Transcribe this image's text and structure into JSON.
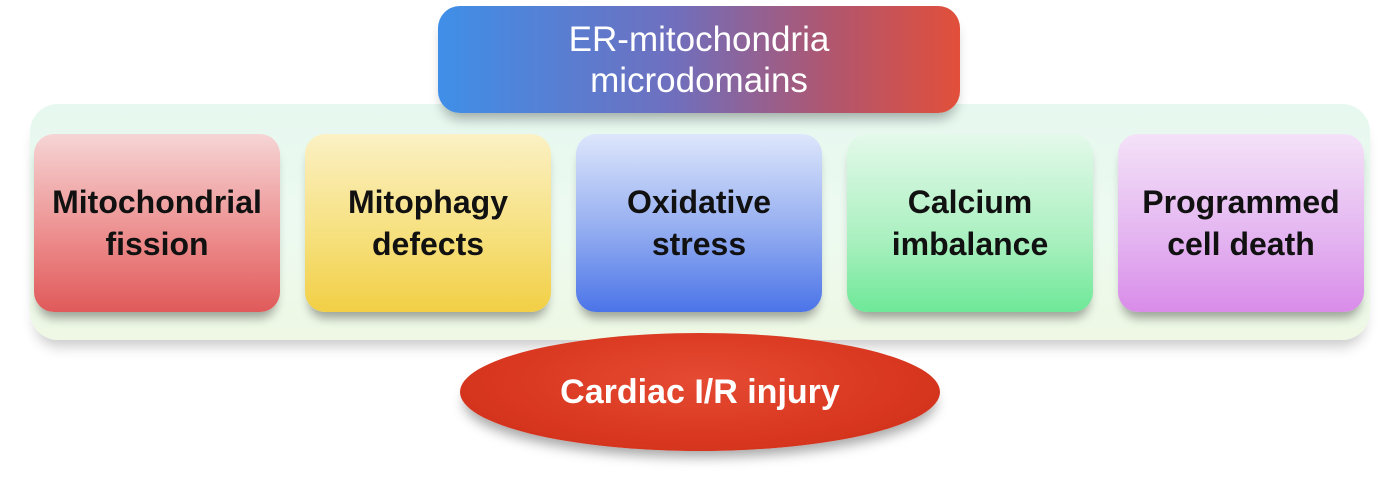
{
  "header": {
    "line1": "ER-mitochondria",
    "line2": "microdomains",
    "colors": [
      "#3f8fe8",
      "#e24f3a"
    ]
  },
  "mechanisms": [
    {
      "line1": "Mitochondrial",
      "line2": "fission",
      "color": "#e05a5a"
    },
    {
      "line1": "Mitophagy",
      "line2": "defects",
      "color": "#f2cf45"
    },
    {
      "line1": "Oxidative",
      "line2": "stress",
      "color": "#4b74e8"
    },
    {
      "line1": "Calcium",
      "line2": "imbalance",
      "color": "#6ee898"
    },
    {
      "line1": "Programmed",
      "line2": "cell death",
      "color": "#d98ce9"
    }
  ],
  "outcome": {
    "label": "Cardiac I/R injury",
    "color": "#d9371f"
  }
}
